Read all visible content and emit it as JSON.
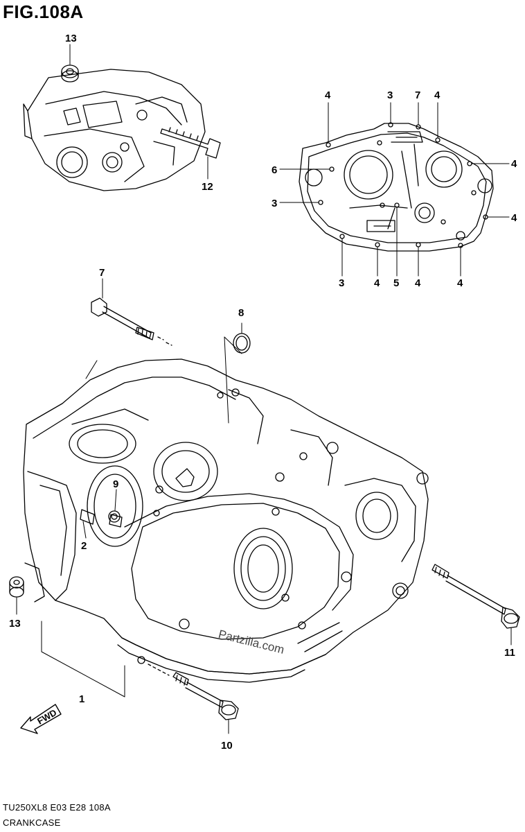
{
  "figure": {
    "title": "FIG.108A",
    "footer_code": "TU250XL8  E03  E28  108A",
    "footer_name": "CRANKCASE",
    "watermark": "Partzilla.com",
    "fwd_label": "FWD"
  },
  "callouts": [
    {
      "id": "c13a",
      "label": "13"
    },
    {
      "id": "c12",
      "label": "12"
    },
    {
      "id": "c4a",
      "label": "4"
    },
    {
      "id": "c3a",
      "label": "3"
    },
    {
      "id": "c7a",
      "label": "7"
    },
    {
      "id": "c4b",
      "label": "4"
    },
    {
      "id": "c6",
      "label": "6"
    },
    {
      "id": "c4c",
      "label": "4"
    },
    {
      "id": "c3b",
      "label": "3"
    },
    {
      "id": "c4d",
      "label": "4"
    },
    {
      "id": "c3c",
      "label": "3"
    },
    {
      "id": "c4e",
      "label": "4"
    },
    {
      "id": "c5",
      "label": "5"
    },
    {
      "id": "c4f",
      "label": "4"
    },
    {
      "id": "c4g",
      "label": "4"
    },
    {
      "id": "c7b",
      "label": "7"
    },
    {
      "id": "c8",
      "label": "8"
    },
    {
      "id": "c9",
      "label": "9"
    },
    {
      "id": "c2",
      "label": "2"
    },
    {
      "id": "c13b",
      "label": "13"
    },
    {
      "id": "c1",
      "label": "1"
    },
    {
      "id": "c11",
      "label": "11"
    },
    {
      "id": "c10",
      "label": "10"
    }
  ]
}
